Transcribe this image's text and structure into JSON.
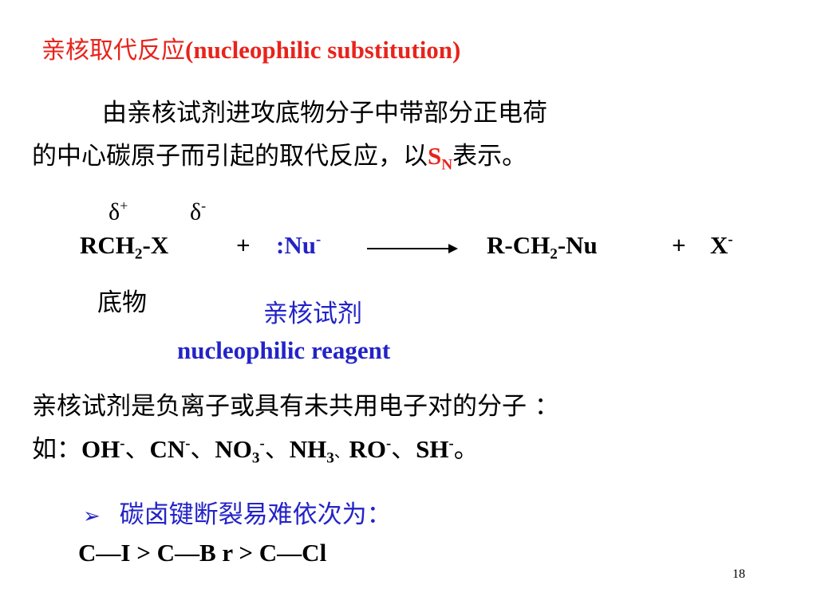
{
  "title": {
    "cn": "亲核取代反应",
    "en": "(nucleophilic substitution)"
  },
  "definition": {
    "line1": "由亲核试剂进攻底物分子中带部分正电荷",
    "line2_pre": "的中心碳原子而引起的取代反应，以",
    "sn_main": "S",
    "sn_sub": "N",
    "line2_post": "表示。"
  },
  "partial_charges": {
    "plus": {
      "symbol": "δ",
      "sign": "+"
    },
    "minus": {
      "symbol": "δ",
      "sign": "-"
    }
  },
  "equation": {
    "substrate": {
      "a": "RCH",
      "sub": "2",
      "b": "-X"
    },
    "plus1": "+",
    "nucleophile": {
      "text": ":Nu",
      "sup": "-"
    },
    "product": {
      "a": "R-CH",
      "sub": "2",
      "b": "-Nu"
    },
    "plus2": "+",
    "leaving": {
      "text": "X",
      "sup": "-"
    }
  },
  "labels": {
    "substrate_cn": "底物",
    "reagent_cn": "亲核试剂",
    "reagent_en": "nucleophilic reagent"
  },
  "reagents": {
    "line1": "亲核试剂是负离子或具有未共用电子对的分子 ：",
    "prefix": "如：",
    "oh": "OH",
    "oh_sup": "-",
    "sep1": "、",
    "cn": "CN",
    "cn_sup": "-",
    "sep2": "、",
    "no3": "NO",
    "no3_sub": "3",
    "no3_sup": "-",
    "sep3": "、",
    "nh3": "NH",
    "nh3_sub": "3",
    "sep4": "、",
    "ro": "RO",
    "ro_sup": "-",
    "sep5": "、",
    "sh": "SH",
    "sh_sup": "-",
    "end": "。"
  },
  "bullet": {
    "marker": "➢",
    "text": "碳卤键断裂易难依次为："
  },
  "order": "C—I  >  C—B r  >  C—Cl",
  "page_number": "18"
}
